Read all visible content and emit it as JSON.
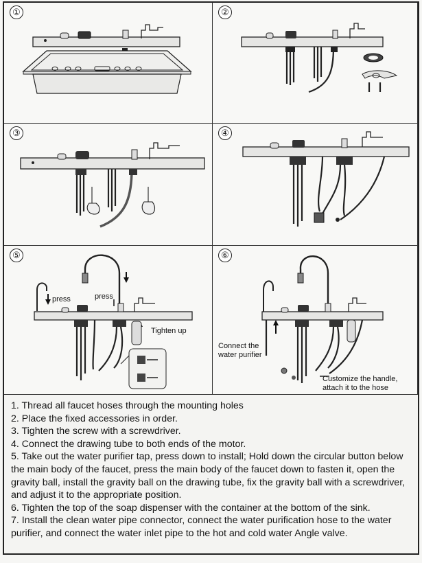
{
  "panels": [
    {
      "number": "①"
    },
    {
      "number": "②"
    },
    {
      "number": "③"
    },
    {
      "number": "④"
    },
    {
      "number": "⑤",
      "labels": {
        "press_left": "press",
        "press_right": "press",
        "tighten": "Tighten up"
      }
    },
    {
      "number": "⑥",
      "labels": {
        "connect": "Connect the\nwater purifier",
        "customize": "Customize the handle,\nattach it to the hose"
      }
    }
  ],
  "instructions": [
    "1. Thread all faucet hoses through the mounting holes",
    "2. Place the fixed accessories in order.",
    "3. Tighten the screw with a screwdriver.",
    "4. Connect the drawing tube to both ends of the motor.",
    "5. Take out the water purifier tap, press down to install; Hold down the circular button below the main body of the faucet, press the main body of the faucet down to fasten it, open the gravity ball, install the gravity ball on the drawing tube, fix the gravity ball with a screwdriver, and adjust it to the appropriate position.",
    "6. Tighten the top of the soap dispenser with the container at the bottom of the sink.",
    "7. Install the clean water pipe connector, connect the water purification hose to the water purifier, and connect the water inlet pipe to the hot and cold water Angle valve."
  ]
}
